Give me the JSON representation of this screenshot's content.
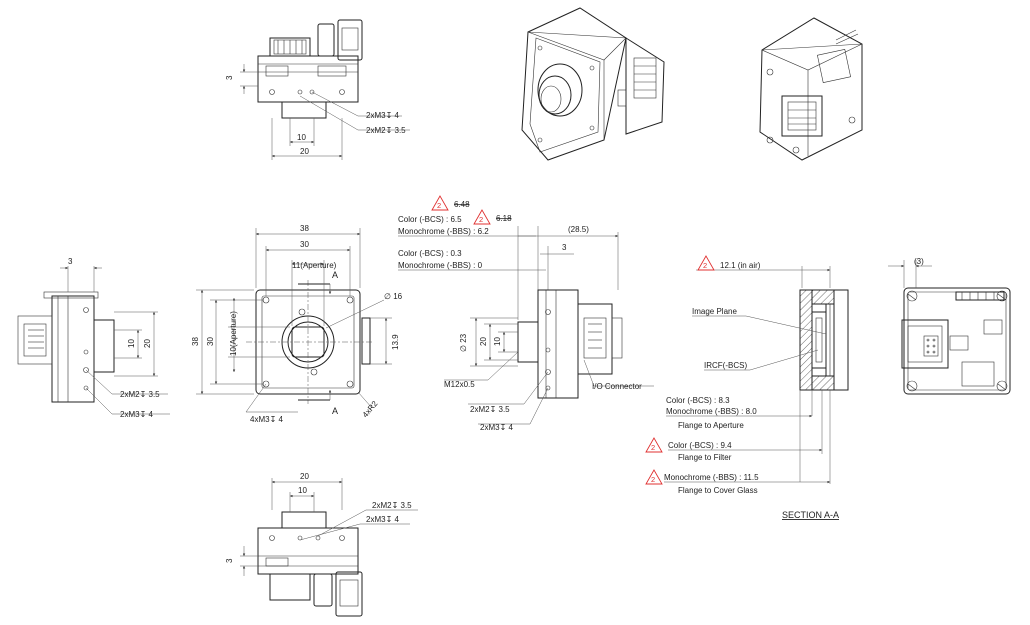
{
  "top_view": {
    "dim_3": "3",
    "hole_m3": "2xM3↧ 4",
    "hole_m2": "2xM2↧ 3.5",
    "dim_10": "10",
    "dim_20": "20"
  },
  "left_side_view": {
    "dim_3": "3",
    "dim_10": "10",
    "dim_20": "20",
    "hole_m2": "2xM2↧ 3.5",
    "hole_m3": "2xM3↧ 4"
  },
  "front_view": {
    "dim_38_w": "38",
    "dim_30_w": "30",
    "dim_38_h": "38",
    "dim_30_h": "30",
    "aperture_w": "11(Aperture)",
    "aperture_h": "10(Aperture)",
    "dia_16": "∅ 16",
    "dim_13_9": "13.9",
    "section_a_top": "A",
    "section_a_bottom": "A",
    "corner_radius": "4xR2",
    "hole_m3": "4xM3↧ 4"
  },
  "right_side_view": {
    "revision_flag_1": "2",
    "old_value_1": "6.48",
    "color_bcs_flange": "Color (-BCS) : 6.5",
    "revision_flag_2": "2",
    "old_value_2": "6.18",
    "mono_bbs_flange": "Monochrome (-BBS) : 6.2",
    "dim_28_5": "(28.5)",
    "dim_3": "3",
    "color_bcs_zero": "Color (-BCS) : 0.3",
    "mono_bbs_zero": "Monochrome (-BBS) : 0",
    "dia_23": "∅ 23",
    "dim_20": "20",
    "dim_10": "10",
    "mount_thread": "M12x0.5",
    "io_connector": "I/O Connector",
    "hole_m2": "2xM2↧ 3.5",
    "hole_m3": "2xM3↧ 4"
  },
  "section_view": {
    "revision_flag_air": "2",
    "air_distance": "12.1 (in air)",
    "image_plane": "Image Plane",
    "ircf": "IRCF(-BCS)",
    "aperture_color": "Color (-BCS) : 8.3",
    "aperture_mono": "Monochrome (-BBS) : 8.0",
    "aperture_caption": "Flange to Aperture",
    "revision_flag_filter": "2",
    "filter_color": "Color (-BCS) : 9.4",
    "filter_caption": "Flange to Filter",
    "revision_flag_glass": "2",
    "glass_mono": "Monochrome (-BBS) : 11.5",
    "glass_caption": "Flange to Cover Glass",
    "section_title": "SECTION A-A"
  },
  "back_view": {
    "dim_3": "(3)"
  },
  "bottom_view": {
    "dim_20": "20",
    "dim_10": "10",
    "hole_m2": "2xM2↧ 3.5",
    "hole_m3": "2xM3↧ 4",
    "dim_3": "3"
  }
}
